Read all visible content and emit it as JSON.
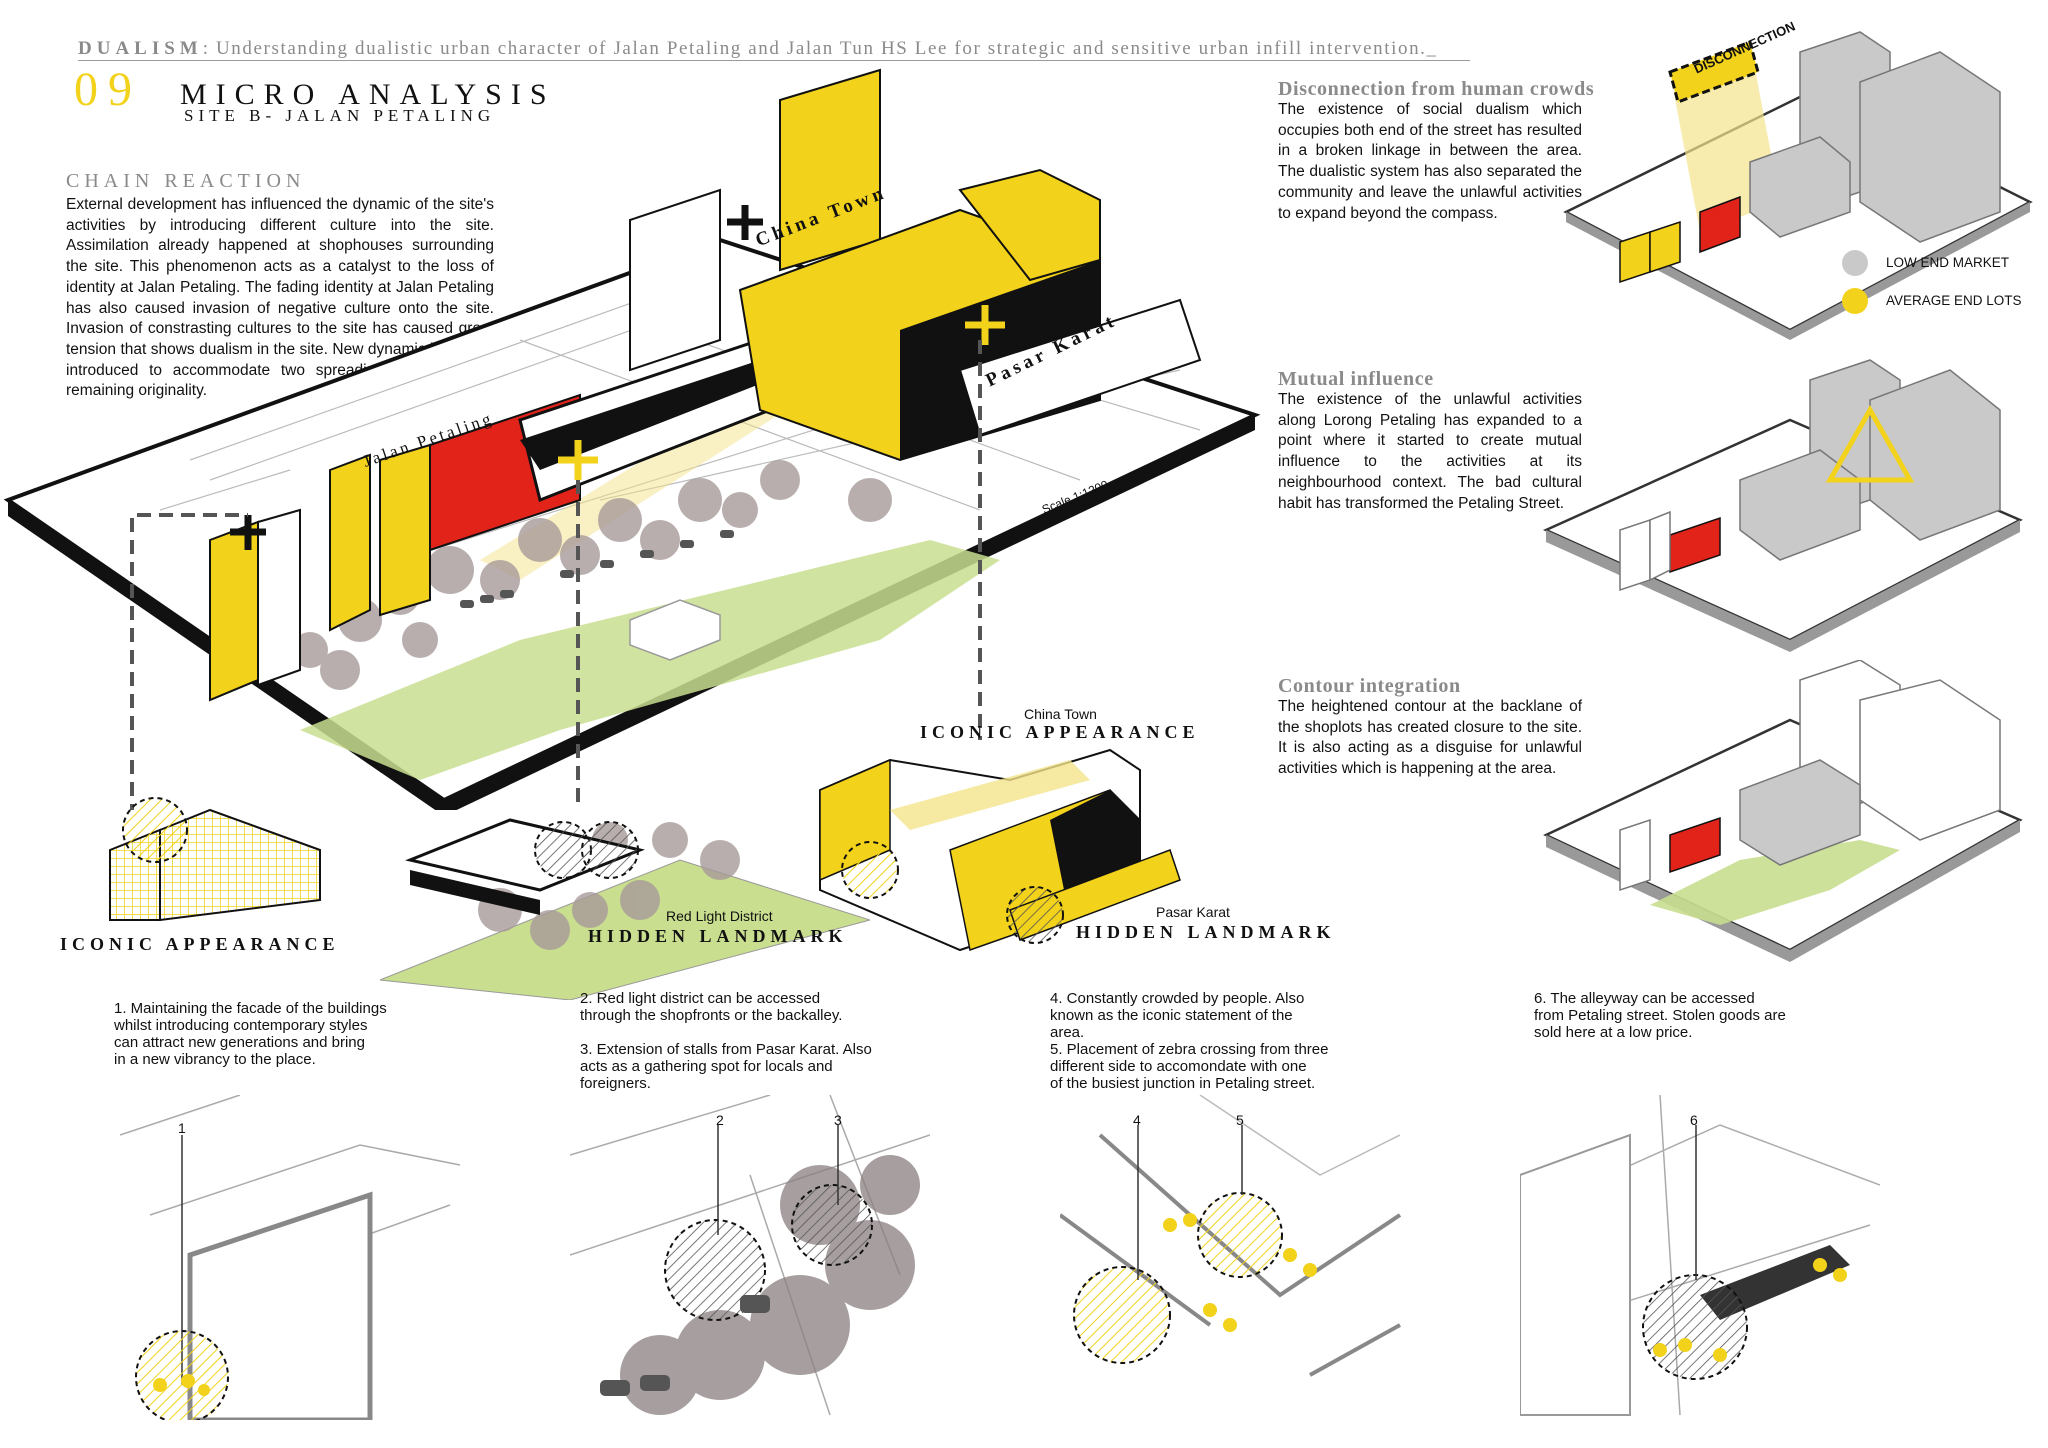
{
  "header": {
    "tag": "DUALISM",
    "statement": ": Understanding dualistic urban character of Jalan Petaling and Jalan Tun HS Lee for strategic and sensitive urban infill intervention._",
    "number": "09",
    "title": "MICRO ANALYSIS",
    "subtitle": "SITE B- JALAN PETALING"
  },
  "chain": {
    "heading": "CHAIN REACTION",
    "text": "External development has influenced the dynamic of the site's activities by introducing different culture into the site. Assimilation already happened at shophouses surrounding the site. This phenomenon acts as a catalyst to the loss of identity at Jalan Petaling. The fading identity at Jalan Petaling has also caused invasion of negative culture onto the site. Invasion of constrasting cultures to the site has caused great tension that shows dualism in the site. New dynamic has been introduced to accommodate two spreading identities with remaining originality."
  },
  "main_map": {
    "street_1": "Jalan Petaling",
    "street_2": "China Town",
    "street_3": "Pasar Karat",
    "scale": "Scale 1:1200"
  },
  "right_panels": [
    {
      "heading": "Disconnection from human crowds",
      "text": "The existence of social dualism which occupies both end of the street has resulted in a broken linkage in between the area. The dualistic system has also separated the community and leave the unlawful activities to expand beyond the compass.",
      "tag": "DISCONNECTION",
      "legend": [
        {
          "label": "LOW END MARKET",
          "color": "#c9c9c9"
        },
        {
          "label": "AVERAGE END LOTS",
          "color": "#f2d21a"
        }
      ]
    },
    {
      "heading": "Mutual influence",
      "text": "The existence of the unlawful activities along Lorong Petaling has expanded to a point where it started to create mutual influence to the activities at its neighbourhood context. The bad cultural habit has transformed the Petaling Street."
    },
    {
      "heading": "Contour integration",
      "text": "The heightened contour at the backlane of the shoplots has created closure to the site. It is also acting as a disguise for unlawful activities which is happening at the area."
    }
  ],
  "callouts": {
    "iconic_left": "ICONIC APPEARANCE",
    "hidden_left": "HIDDEN LANDMARK",
    "red_light": "Red Light District",
    "china_town_small": "China Town",
    "iconic_right": "ICONIC APPEARANCE",
    "pasar_karat_small": "Pasar Karat",
    "hidden_right": "HIDDEN LANDMARK"
  },
  "notes": [
    {
      "text": "1. Maintaining the facade of the buildings\n    whilst introducing contemporary styles\n    can    attract new generations and bring\n    in a new vibrancy to the place."
    },
    {
      "text": "2. Red light district can be accessed\n    through the shopfronts or the backalley.\n\n3. Extension of stalls from Pasar Karat. Also\n    acts as a gathering spot for locals and\n    foreigners."
    },
    {
      "text": "4. Constantly crowded by people. Also\n    known as the iconic statement of the\n    area.\n5. Placement of zebra crossing from three\n    different side to accomondate with one\n    of the busiest junction in Petaling street."
    },
    {
      "text": "6. The alleyway can be accessed\n    from Petaling street. Stolen goods are\n    sold here at a low price."
    }
  ],
  "detail_markers": [
    "1",
    "2",
    "3",
    "4",
    "5",
    "6"
  ],
  "colors": {
    "accent_yellow": "#f2d21a",
    "red_lot": "#e2231a",
    "grey_market": "#c9c9c9",
    "green_contour": "#c9de8f",
    "tree": "#a89a9a"
  }
}
